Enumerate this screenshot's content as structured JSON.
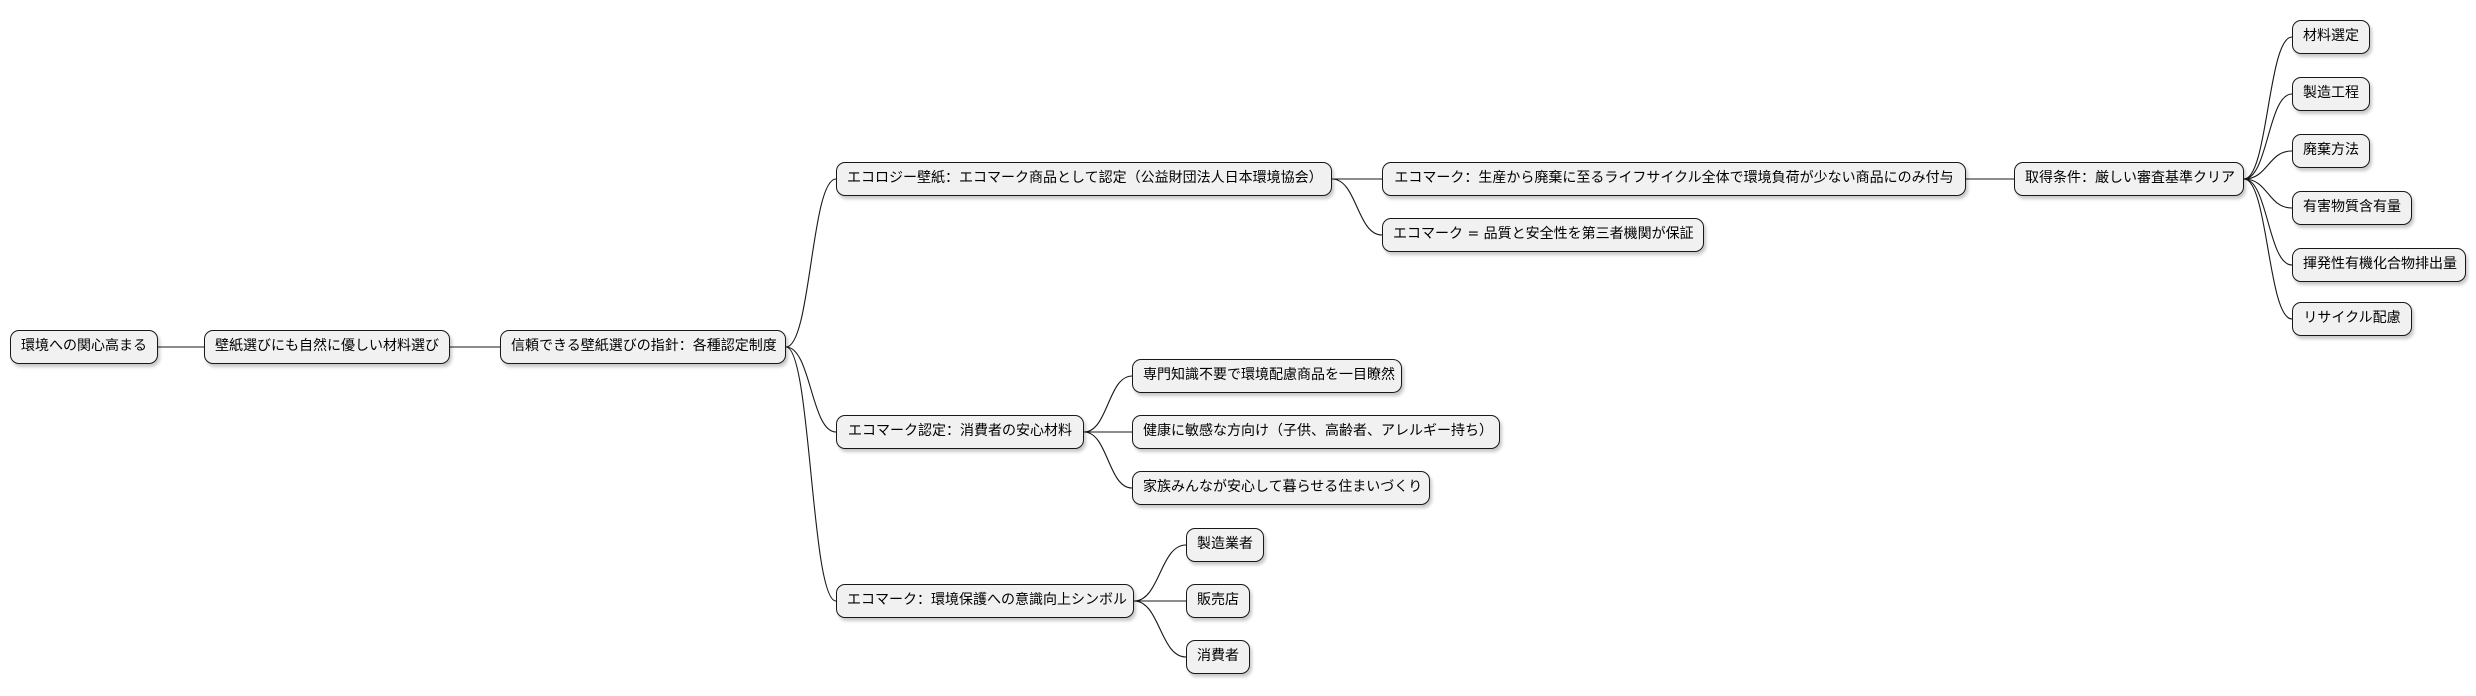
{
  "mindmap": {
    "root": "環境への関心高まる",
    "level1": "壁紙選びにも自然に優しい材料選び",
    "level2": "信頼できる壁紙選びの指針：各種認定制度",
    "branches": {
      "ecology": {
        "label": "エコロジー壁紙：エコマーク商品として認定（公益財団法人日本環境協会）",
        "lifecycle": "エコマーク：生産から廃棄に至るライフサイクル全体で環境負荷が少ない商品にのみ付与",
        "conditions": "取得条件：厳しい審査基準クリア",
        "criteria": [
          "材料選定",
          "製造工程",
          "廃棄方法",
          "有害物質含有量",
          "揮発性有機化合物排出量",
          "リサイクル配慮"
        ],
        "guarantee": "エコマーク = 品質と安全性を第三者機関が保証"
      },
      "consumer": {
        "label": "エコマーク認定：消費者の安心材料",
        "items": [
          "専門知識不要で環境配慮商品を一目瞭然",
          "健康に敏感な方向け（子供、高齢者、アレルギー持ち）",
          "家族みんなが安心して暮らせる住まいづくり"
        ]
      },
      "symbol": {
        "label": "エコマーク：環境保護への意識向上シンボル",
        "items": [
          "製造業者",
          "販売店",
          "消費者"
        ]
      }
    }
  },
  "colors": {
    "node_fill": "#f1f1f1",
    "node_border": "#181818",
    "edge": "#181818"
  }
}
